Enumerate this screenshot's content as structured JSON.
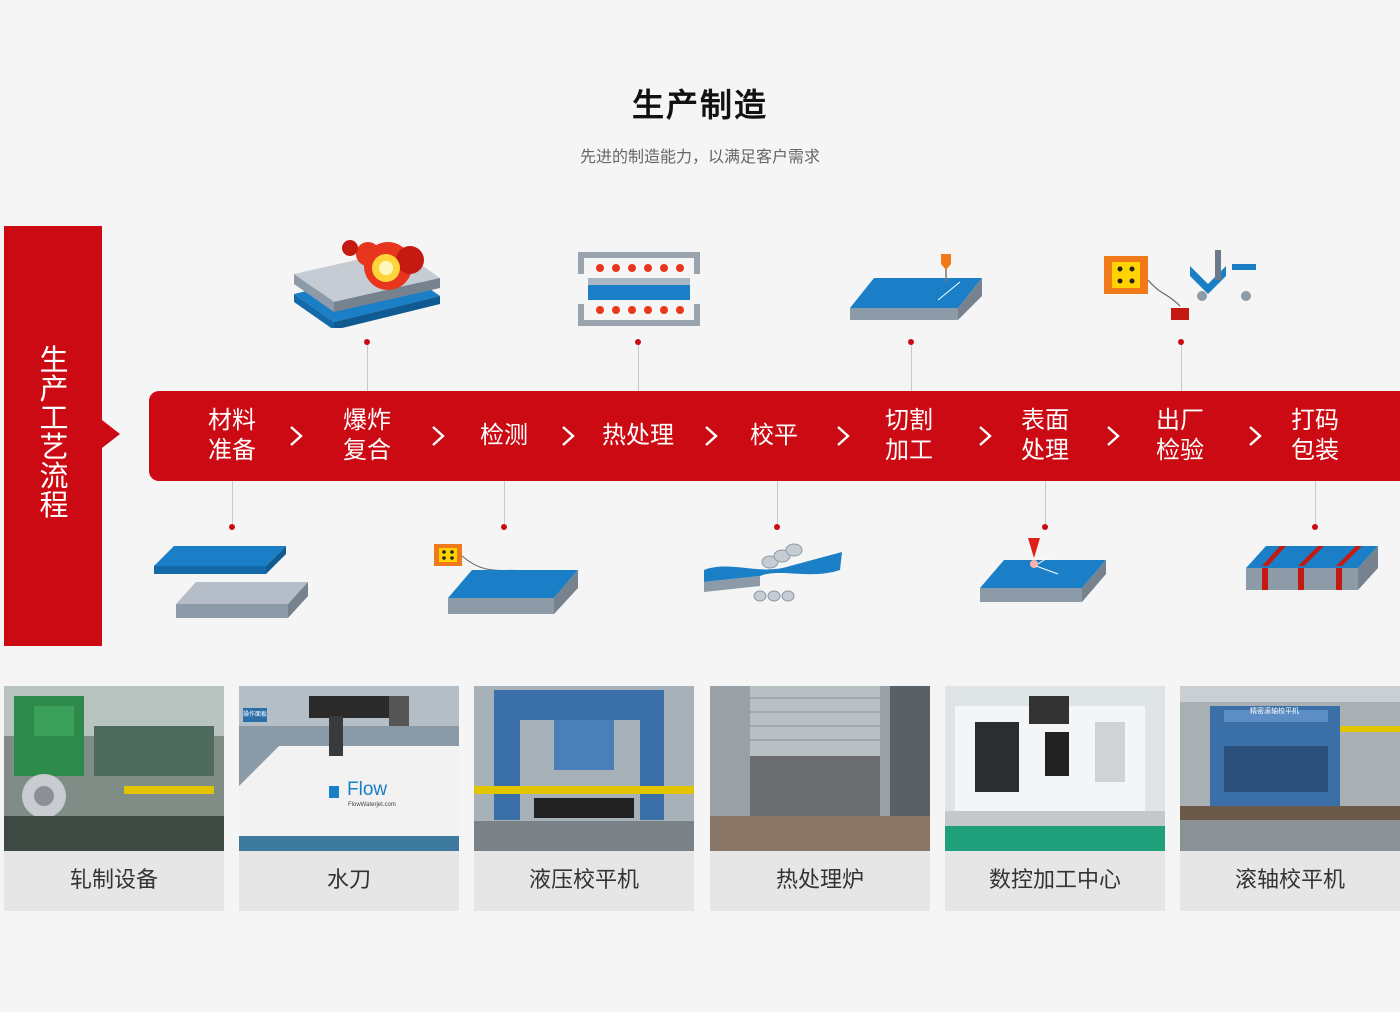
{
  "header": {
    "title": "生产制造",
    "subtitle": "先进的制造能力，以满足客户需求"
  },
  "side_label": "生产工艺流程",
  "steps": [
    {
      "l1": "材料",
      "l2": "准备"
    },
    {
      "l1": "爆炸",
      "l2": "复合"
    },
    {
      "l1": "检测",
      "l2": ""
    },
    {
      "l1": "热处理",
      "l2": ""
    },
    {
      "l1": "校平",
      "l2": ""
    },
    {
      "l1": "切割",
      "l2": "加工"
    },
    {
      "l1": "表面",
      "l2": "处理"
    },
    {
      "l1": "出厂",
      "l2": "检验"
    },
    {
      "l1": "打码",
      "l2": "包装"
    }
  ],
  "equipment": [
    {
      "caption": "轧制设备"
    },
    {
      "caption": "水刀",
      "brand": "Flow",
      "brand_sub": "FlowWaterjet.com",
      "panel_text": "操作面板"
    },
    {
      "caption": "液压校平机"
    },
    {
      "caption": "热处理炉"
    },
    {
      "caption": "数控加工中心"
    },
    {
      "caption": "滚轴校平机",
      "banner_text": "精密滚轴校平机"
    }
  ],
  "colors": {
    "accent": "#cc0a14",
    "plate_blue": "#1a7fc7",
    "plate_grey": "#8d9aa8",
    "background": "#f5f5f5"
  }
}
